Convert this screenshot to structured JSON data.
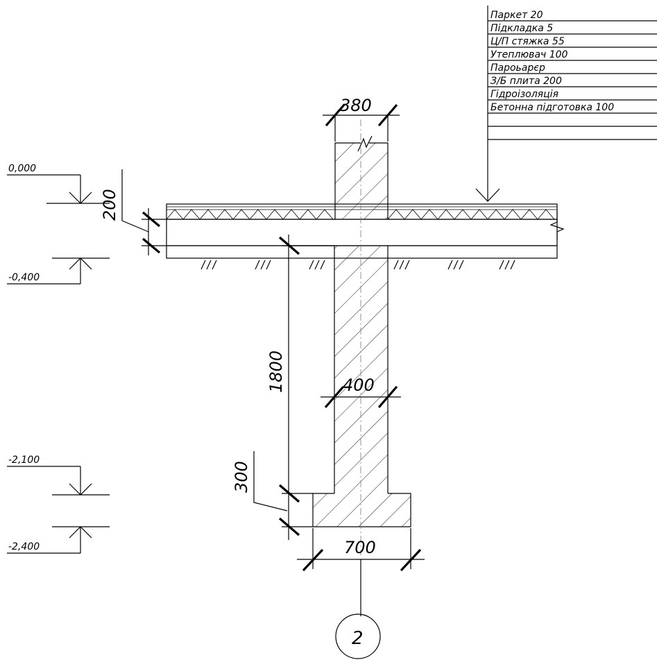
{
  "legend": {
    "layers": [
      "Паркет 20",
      "Підкладка 5",
      "Ц/П стяжка 55",
      "Утеплювач 100",
      "Пароьарєр",
      "З/Б плита 200",
      "Гідроізоляція",
      "Бетонна підготовка 100"
    ]
  },
  "elevations": {
    "e0": "0,000",
    "e1": "-0,400",
    "e2": "-2,100",
    "e3": "-2,400"
  },
  "dimensions": {
    "wall_width": "380",
    "slab_thickness": "200",
    "foundation_height": "1800",
    "foundation_wall_width": "400",
    "footing_height": "300",
    "footing_width": "700"
  },
  "section_marker": {
    "label": "2"
  }
}
